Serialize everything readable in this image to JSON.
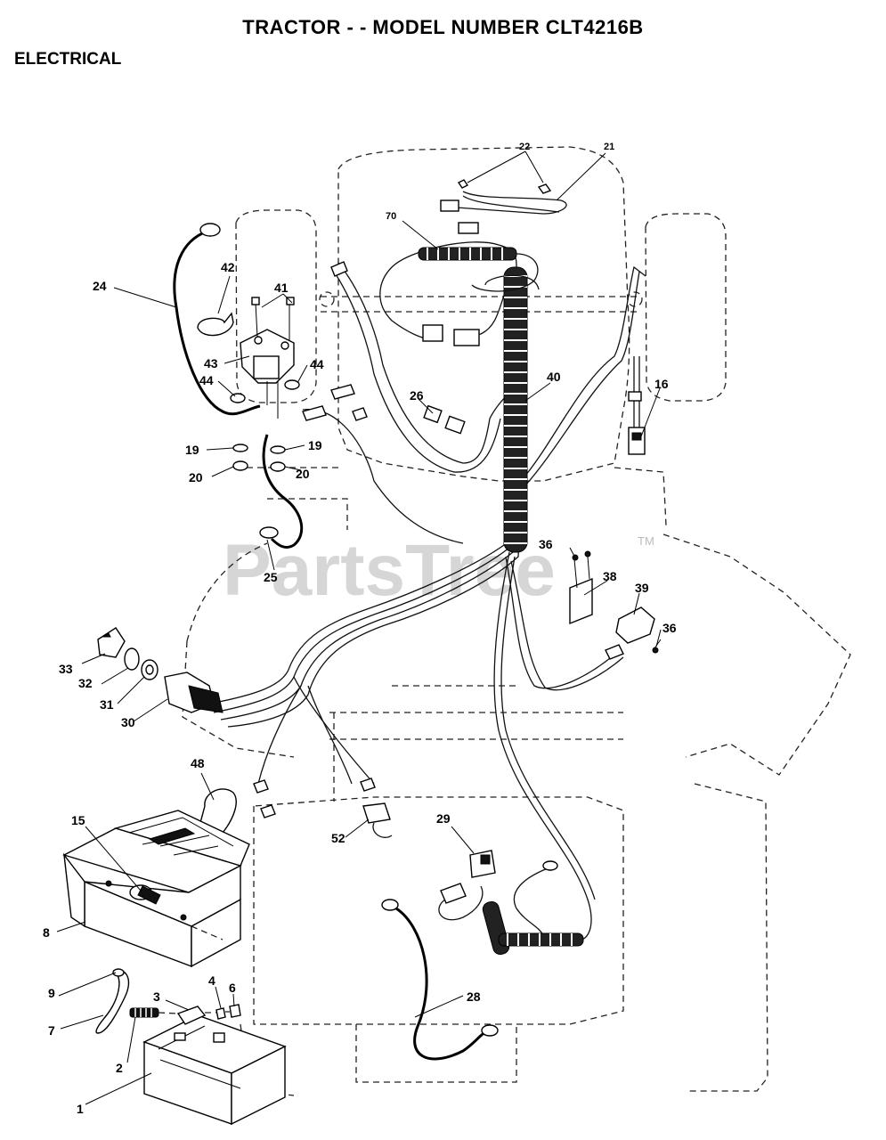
{
  "header": {
    "title": "TRACTOR - - MODEL NUMBER CLT4216B",
    "section": "ELECTRICAL"
  },
  "watermark": {
    "text": "PartsTree",
    "tm": "TM"
  },
  "callouts": {
    "c1": "1",
    "c2": "2",
    "c3": "3",
    "c4": "4",
    "c6": "6",
    "c7": "7",
    "c8": "8",
    "c9": "9",
    "c15": "15",
    "c16": "16",
    "c19a": "19",
    "c19b": "19",
    "c20a": "20",
    "c20b": "20",
    "c21": "21",
    "c22": "22",
    "c24": "24",
    "c25": "25",
    "c26": "26",
    "c28": "28",
    "c29": "29",
    "c30": "30",
    "c31": "31",
    "c32": "32",
    "c33": "33",
    "c36a": "36",
    "c36b": "36",
    "c38": "38",
    "c39": "39",
    "c40": "40",
    "c41": "41",
    "c42": "42",
    "c43": "43",
    "c44a": "44",
    "c44b": "44",
    "c48": "48",
    "c52": "52",
    "c70": "70"
  }
}
